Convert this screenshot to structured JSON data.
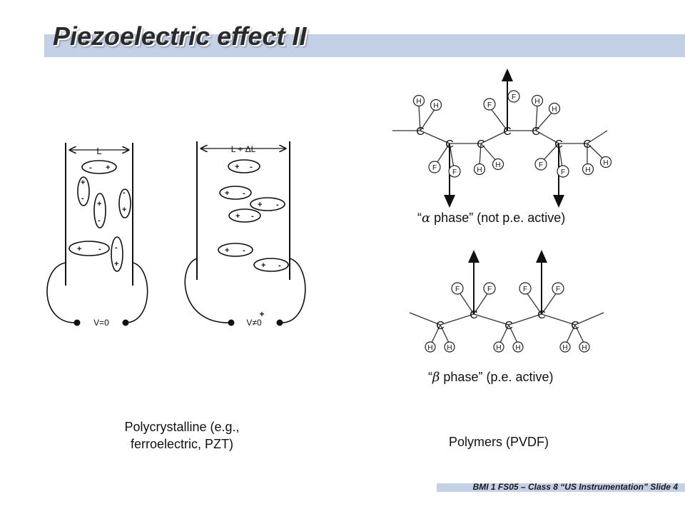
{
  "slide": {
    "title": "Piezoelectric effect II",
    "footer": "BMI 1 FS05 – Class 8 “US Instrumentation” Slide 4"
  },
  "left_figure": {
    "label_L": "L",
    "label_LdL": "L + ΔL",
    "label_v0": "V=0",
    "label_vne0": "V≠0",
    "plus": "+",
    "minus": "-",
    "caption": "Polycrystalline (e.g., ferroelectric, PZT)"
  },
  "alpha": {
    "quote_open": "“",
    "symbol": "α",
    "text": " phase” (not p.e. active)"
  },
  "beta": {
    "quote_open": "“",
    "symbol": "β",
    "text": " phase” (p.e. active)"
  },
  "right_caption": "Polymers (PVDF)",
  "atoms": {
    "C": "C",
    "H": "H",
    "F": "F"
  }
}
